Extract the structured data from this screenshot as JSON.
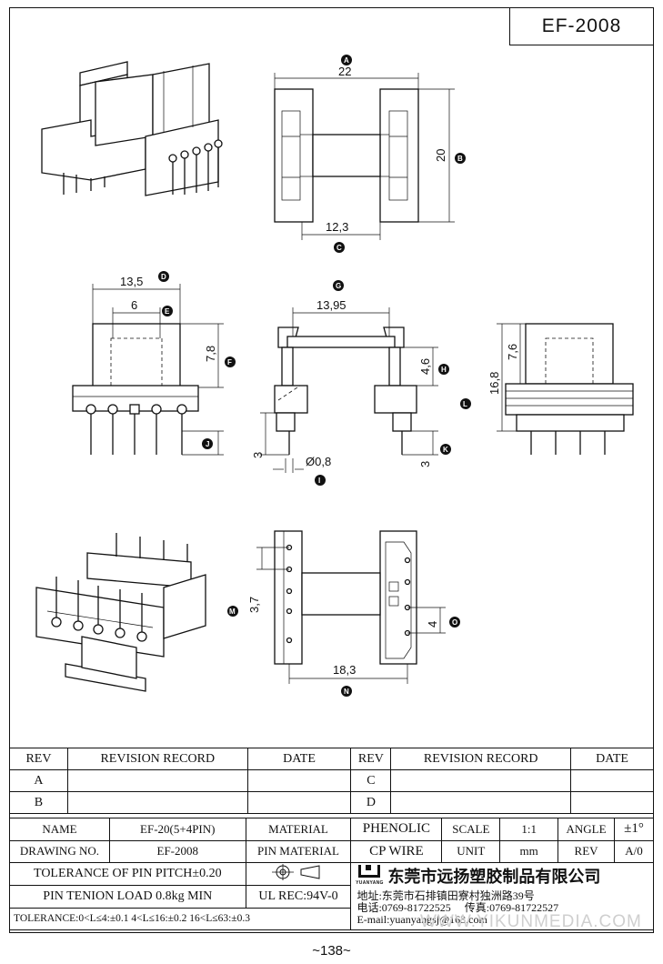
{
  "drawing_code": "EF-2008",
  "dimensions": {
    "A": "22",
    "B": "20",
    "C": "12,3",
    "D": "13,5",
    "E": "6",
    "F": "7,8",
    "G": "13,95",
    "H": "4,6",
    "I": "Ø0,8",
    "J": "3",
    "K": "3",
    "L": "16,8",
    "L2": "7,6",
    "M": "3,7",
    "N": "18,3",
    "O": "4"
  },
  "callouts": [
    "A",
    "B",
    "C",
    "D",
    "E",
    "F",
    "G",
    "H",
    "I",
    "J",
    "K",
    "L",
    "M",
    "N",
    "O"
  ],
  "revision": {
    "headers": [
      "REV",
      "REVISION RECORD",
      "DATE",
      "REV",
      "REVISION RECORD",
      "DATE"
    ],
    "rows": [
      [
        "A",
        "",
        "",
        "C",
        "",
        ""
      ],
      [
        "B",
        "",
        "",
        "D",
        "",
        ""
      ]
    ]
  },
  "spec": {
    "name_label": "NAME",
    "name_value": "EF-20(5+4PIN)",
    "material_label": "MATERIAL",
    "material_value": "PHENOLIC",
    "scale_label": "SCALE",
    "scale_value": "1:1",
    "angle_label": "ANGLE",
    "angle_value": "±1°",
    "drawing_no_label": "DRAWING NO.",
    "drawing_no_value": "EF-2008",
    "pin_material_label": "PIN MATERIAL",
    "pin_material_value": "CP WIRE",
    "unit_label": "UNIT",
    "unit_value": "mm",
    "rev_label": "REV",
    "rev_value": "A/0",
    "tolerance_pitch": "TOLERANCE OF PIN PITCH±0.20",
    "pin_tension": "PIN TENION LOAD 0.8kg MIN",
    "ul_rec": "UL REC:94V-0",
    "tolerance_general": "TOLERANCE:0<L≤4:±0.1  4<L≤16:±0.2  16<L≤63:±0.3"
  },
  "company": {
    "name": "东莞市远扬塑胶制品有限公司",
    "logo_text": "YUANYANG",
    "address": "地址:东莞市石排镇田寮村独洲路39号",
    "phone": "电话:0769-81722525",
    "fax": "传真:0769-81722527",
    "email": "E-mail:yuanyangsj@163.com"
  },
  "watermark": "WWW.YIKUNMEDIA.COM",
  "page_number": "~138~"
}
